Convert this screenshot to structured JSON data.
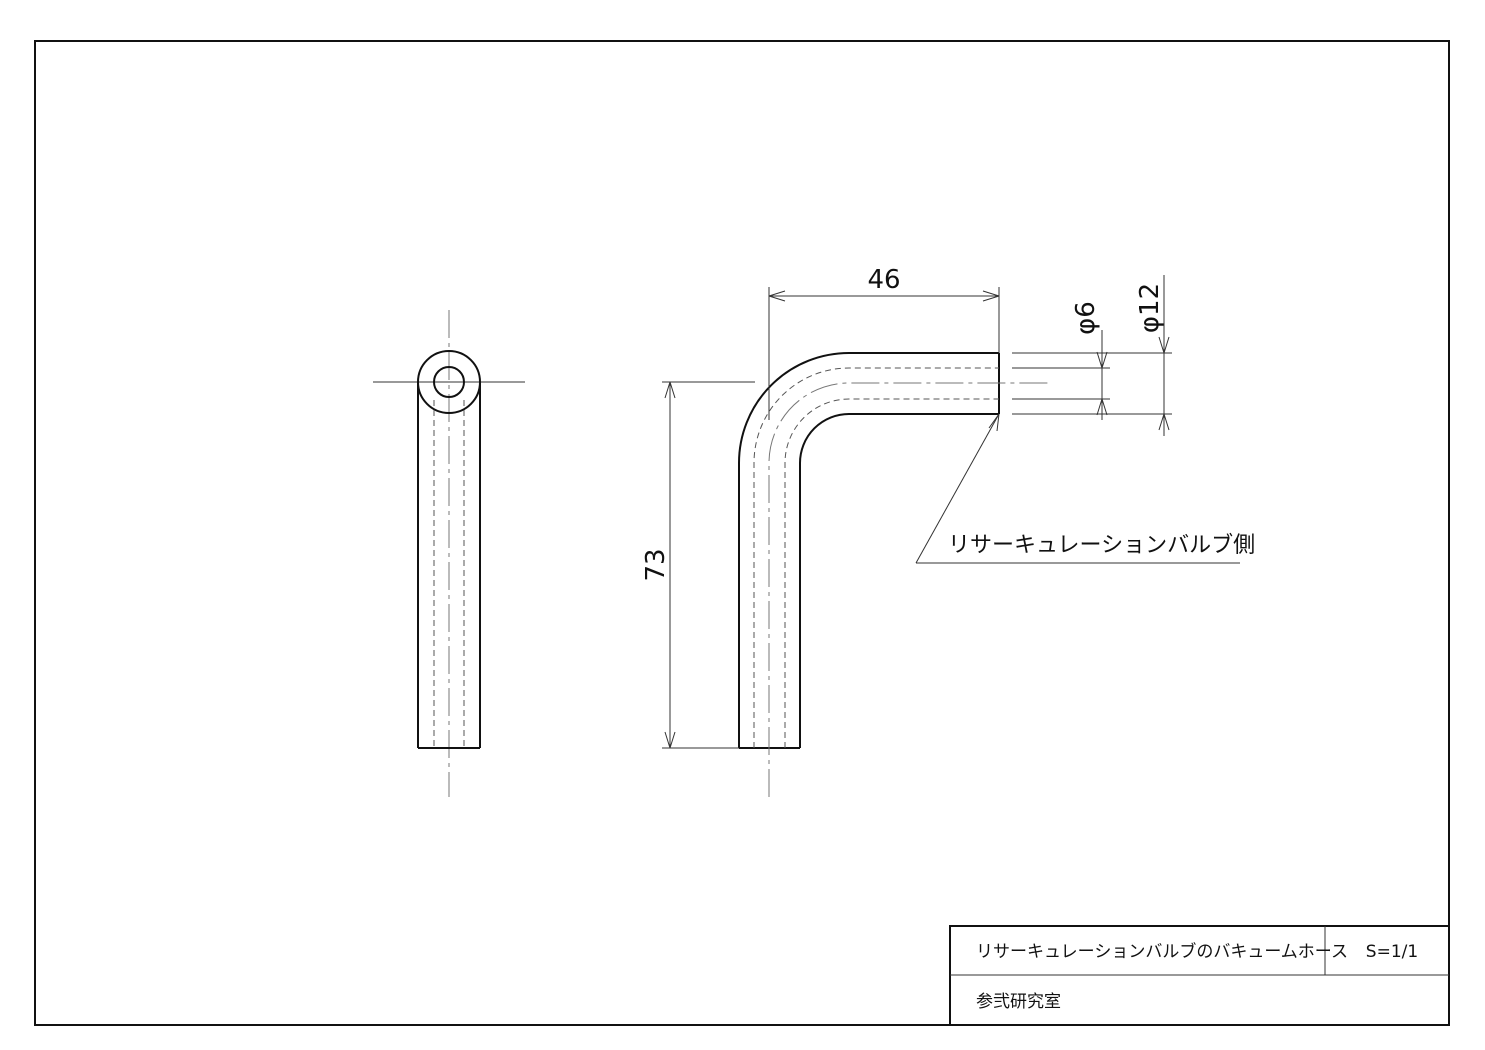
{
  "dimensions": {
    "length_h": "46",
    "length_v": "73",
    "inner_dia": "φ6",
    "outer_dia": "φ12"
  },
  "note": "リサーキュレーションバルブ側",
  "title_block": {
    "title": "リサーキュレーションバルブのバキュームホース",
    "scale": "S=1/1",
    "author": "参弐研究室"
  }
}
